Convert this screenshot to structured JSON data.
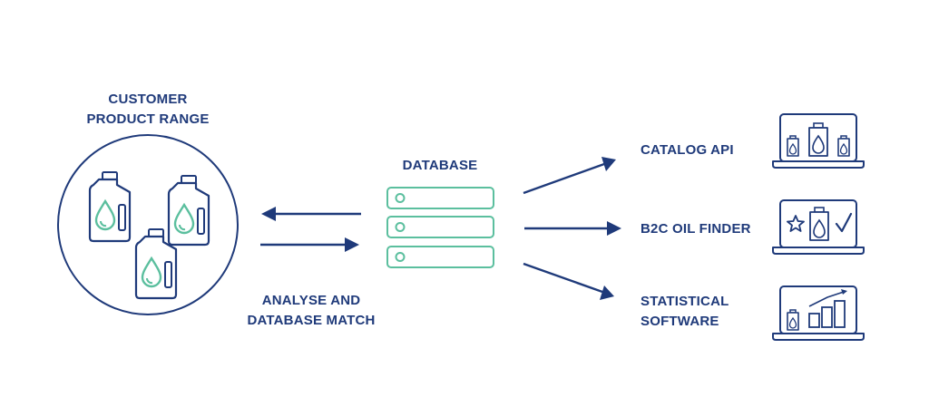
{
  "customer": {
    "line1": "CUSTOMER",
    "line2": "PRODUCT RANGE"
  },
  "database": {
    "title": "DATABASE"
  },
  "analyse": {
    "line1": "ANALYSE AND",
    "line2": "DATABASE MATCH"
  },
  "outputs": [
    {
      "line1": "CATALOG API",
      "line2": ""
    },
    {
      "line1": "B2C OIL FINDER",
      "line2": ""
    },
    {
      "line1": "STATISTICAL",
      "line2": "SOFTWARE"
    }
  ],
  "colors": {
    "navy": "#1f3a7a",
    "teal": "#5bbf9e"
  },
  "icons": {
    "product_range": "oil-bottles-icon",
    "database": "server-stack-icon",
    "catalog": "laptop-catalog-icon",
    "finder": "laptop-rating-icon",
    "statistics": "laptop-chart-icon"
  }
}
